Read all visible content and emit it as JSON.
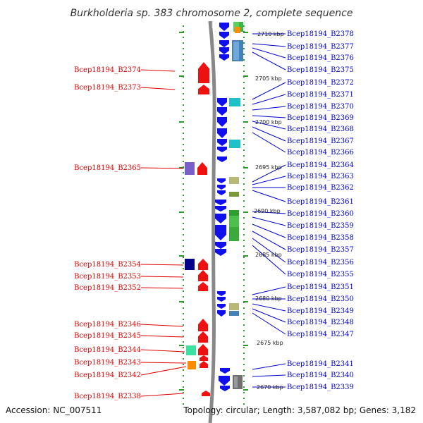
{
  "title": "Burkholderia sp. 383 chromosome 2, complete sequence",
  "accession_text": "Accession: NC_007511",
  "topology_text": "Topology: circular; Length: 3,587,082 bp; Genes: 3,182",
  "kbp_labels": [
    "2710 kbp",
    "2705 kbp",
    "2700 kbp",
    "2695 kbp",
    "2690 kbp",
    "2685 kbp",
    "2680 kbp",
    "2675 kbp",
    "2670 kbp"
  ],
  "left_genes": [
    "Bcep18194_B2374",
    "Bcep18194_B2373",
    "Bcep18194_B2365",
    "Bcep18194_B2354",
    "Bcep18194_B2353",
    "Bcep18194_B2352",
    "Bcep18194_B2346",
    "Bcep18194_B2345",
    "Bcep18194_B2344",
    "Bcep18194_B2343",
    "Bcep18194_B2342",
    "Bcep18194_B2338"
  ],
  "right_genes": [
    "Bcep18194_B2378",
    "Bcep18194_B2377",
    "Bcep18194_B2376",
    "Bcep18194_B2375",
    "Bcep18194_B2372",
    "Bcep18194_B2371",
    "Bcep18194_B2370",
    "Bcep18194_B2369",
    "Bcep18194_B2368",
    "Bcep18194_B2367",
    "Bcep18194_B2366",
    "Bcep18194_B2364",
    "Bcep18194_B2363",
    "Bcep18194_B2362",
    "Bcep18194_B2361",
    "Bcep18194_B2360",
    "Bcep18194_B2359",
    "Bcep18194_B2358",
    "Bcep18194_B2357",
    "Bcep18194_B2356",
    "Bcep18194_B2355",
    "Bcep18194_B2351",
    "Bcep18194_B2350",
    "Bcep18194_B2349",
    "Bcep18194_B2348",
    "Bcep18194_B2347",
    "Bcep18194_B2341",
    "Bcep18194_B2340",
    "Bcep18194_B2339"
  ],
  "colors": {
    "forward_strand": "#ee1111",
    "reverse_strand": "#1010ee",
    "left_label": "#e00000",
    "right_label": "#0000cc",
    "backbone": "#888888",
    "tick_marks": "#2a9a2a"
  }
}
